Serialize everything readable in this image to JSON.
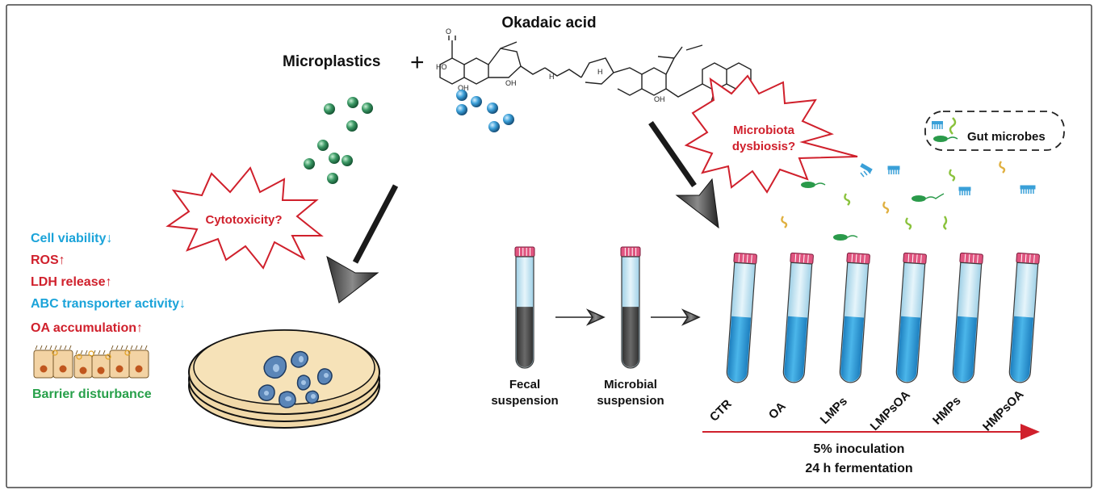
{
  "title": "Okadaic acid",
  "microplastics_label": "Microplastics",
  "plus_sign": "+",
  "burst_labels": {
    "cytotoxicity": "Cytotoxicity?",
    "dysbiosis_line1": "Microbiota",
    "dysbiosis_line2": "dysbiosis?"
  },
  "cell_effects": [
    {
      "text": "Cell viability",
      "arrow": "↓",
      "color": "#1aa3d9"
    },
    {
      "text": "ROS",
      "arrow": "↑",
      "color": "#d0202c"
    },
    {
      "text": "LDH release",
      "arrow": "↑",
      "color": "#d0202c"
    },
    {
      "text": "ABC transporter activity",
      "arrow": "↓",
      "color": "#1aa3d9"
    },
    {
      "text": "OA accumulation",
      "arrow": "↑",
      "color": "#d0202c"
    }
  ],
  "barrier_label": "Barrier disturbance",
  "barrier_color": "#27a04a",
  "gut_microbes_label": "Gut microbes",
  "molecule_labels": {
    "oh1": "OH",
    "oh2": "OH",
    "oh3": "OH",
    "oh4": "OH",
    "ho": "HO",
    "o": "O",
    "h1": "H",
    "h2": "H"
  },
  "prep_tubes": [
    {
      "line1": "Fecal",
      "line2": "suspension"
    },
    {
      "line1": "Microbial",
      "line2": "suspension"
    }
  ],
  "groups": [
    "CTR",
    "OA",
    "LMPs",
    "LMPsOA",
    "HMPs",
    "HMPsOA"
  ],
  "fermentation": {
    "line1": "5% inoculation",
    "line2": "24 h fermentation"
  },
  "colors": {
    "red_text": "#d0202c",
    "blue_text": "#1aa3d9",
    "microplastic_bead": "#3c9a66",
    "oa_bead": "#3b9fd8",
    "tube_liquid_blue": "#3da4dc",
    "tube_liquid_gray": "#555555",
    "cap": "#e05580",
    "dish_fill": "#f1d9a9"
  }
}
